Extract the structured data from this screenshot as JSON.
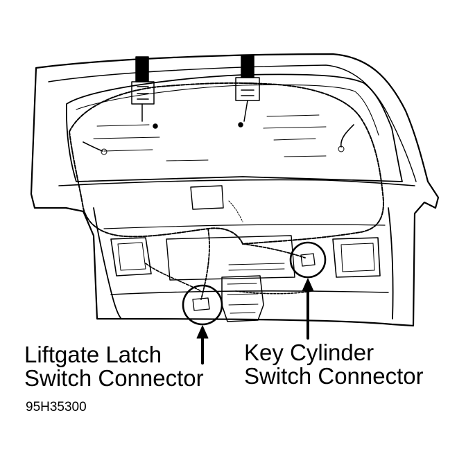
{
  "labels": {
    "latch_line1": "Liftgate Latch",
    "latch_line2": "Switch Connector",
    "key_line1": "Key Cylinder",
    "key_line2": "Switch Connector"
  },
  "figure_code": "95H35300",
  "colors": {
    "ink": "#000000",
    "paper": "#ffffff"
  }
}
